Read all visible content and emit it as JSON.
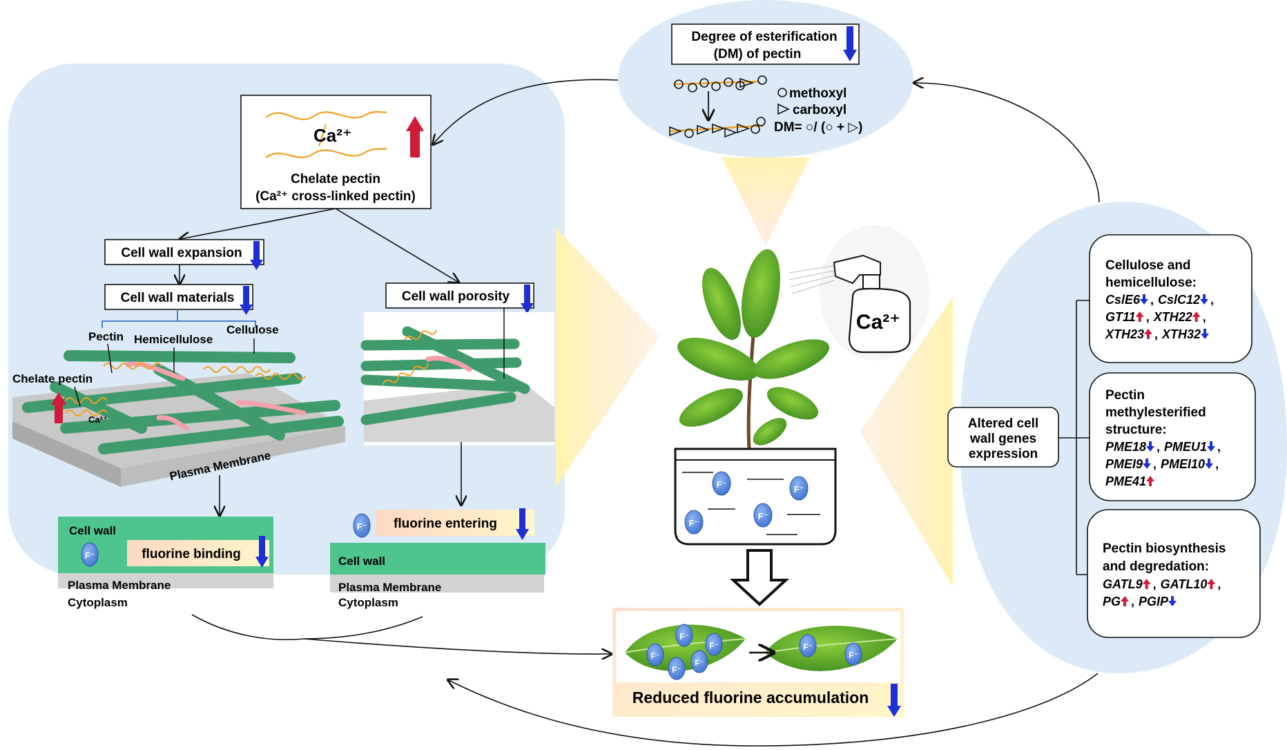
{
  "top_panel": {
    "title_line1": "Degree of esterification",
    "title_line2": "(DM)  of pectin",
    "legend_methoxyl": "methoxyl",
    "legend_carboxyl": "carboxyl",
    "dm_formula": "DM= ○/ (○ + ▷)"
  },
  "left_panel": {
    "chelate_box": {
      "ion": "Ca²⁺",
      "label_line1": "Chelate pectin",
      "label_line2": "(Ca²⁺ cross-linked pectin)"
    },
    "expansion_label": "Cell wall expansion",
    "materials_label": "Cell wall materials",
    "porosity_label": "Cell wall porosity",
    "pectin_label": "Pectin",
    "hemicellulose_label": "Hemicellulose",
    "cellulose_label": "Cellulose",
    "chelate_pectin_label": "Chelate pectin",
    "ca_small": "Ca²⁺",
    "plasma_membrane_slab": "Plasma Membrane",
    "left_layer": {
      "cell_wall": "Cell wall",
      "binding": "fluorine binding",
      "membrane": "Plasma Membrane",
      "cytoplasm": "Cytoplasm"
    },
    "right_layer": {
      "entering": "fluorine entering",
      "cell_wall": "Cell wall",
      "membrane": "Plasma Membrane",
      "cytoplasm": "Cytoplasm"
    }
  },
  "center": {
    "spray_label": "Ca²⁺",
    "fluoride_ion": "F⁻",
    "result_label": "Reduced fluorine accumulation"
  },
  "right_panel": {
    "hub_label_line1": "Altered cell",
    "hub_label_line2": "wall genes",
    "hub_label_line3": "expression",
    "group1": {
      "title_line1": "Cellulose and",
      "title_line2": "hemicellulose:",
      "genes": [
        {
          "name": "CslE6",
          "dir": "down"
        },
        {
          "name": "CslC12",
          "dir": "down"
        },
        {
          "name": "GT11",
          "dir": "up"
        },
        {
          "name": "XTH22",
          "dir": "up"
        },
        {
          "name": "XTH23",
          "dir": "up"
        },
        {
          "name": "XTH32",
          "dir": "down"
        }
      ]
    },
    "group2": {
      "title_line1": "Pectin",
      "title_line2": "methylesterified",
      "title_line3": "structure:",
      "genes": [
        {
          "name": "PME18",
          "dir": "down"
        },
        {
          "name": "PMEU1",
          "dir": "down"
        },
        {
          "name": "PMEI9",
          "dir": "down"
        },
        {
          "name": "PMEI10",
          "dir": "down"
        },
        {
          "name": "PME41",
          "dir": "up"
        }
      ]
    },
    "group3": {
      "title_line1": "Pectin biosynthesis",
      "title_line2": "and degredation:",
      "genes": [
        {
          "name": "GATL9",
          "dir": "up"
        },
        {
          "name": "GATL10",
          "dir": "up"
        },
        {
          "name": "PG",
          "dir": "up"
        },
        {
          "name": "PGIP",
          "dir": "down"
        }
      ]
    }
  },
  "colors": {
    "panel_blue": "#dbeaf6",
    "fiber_green": "#3f9a6c",
    "cell_wall_green": "#4fc58e",
    "arrow_down_blue": "#1f2fd6",
    "arrow_up_red": "#d01c38",
    "pectin_orange": "#f0a020",
    "hemicellulose_pink": "#f2a0aa",
    "fluoride_blue": "#5b8ee0"
  }
}
